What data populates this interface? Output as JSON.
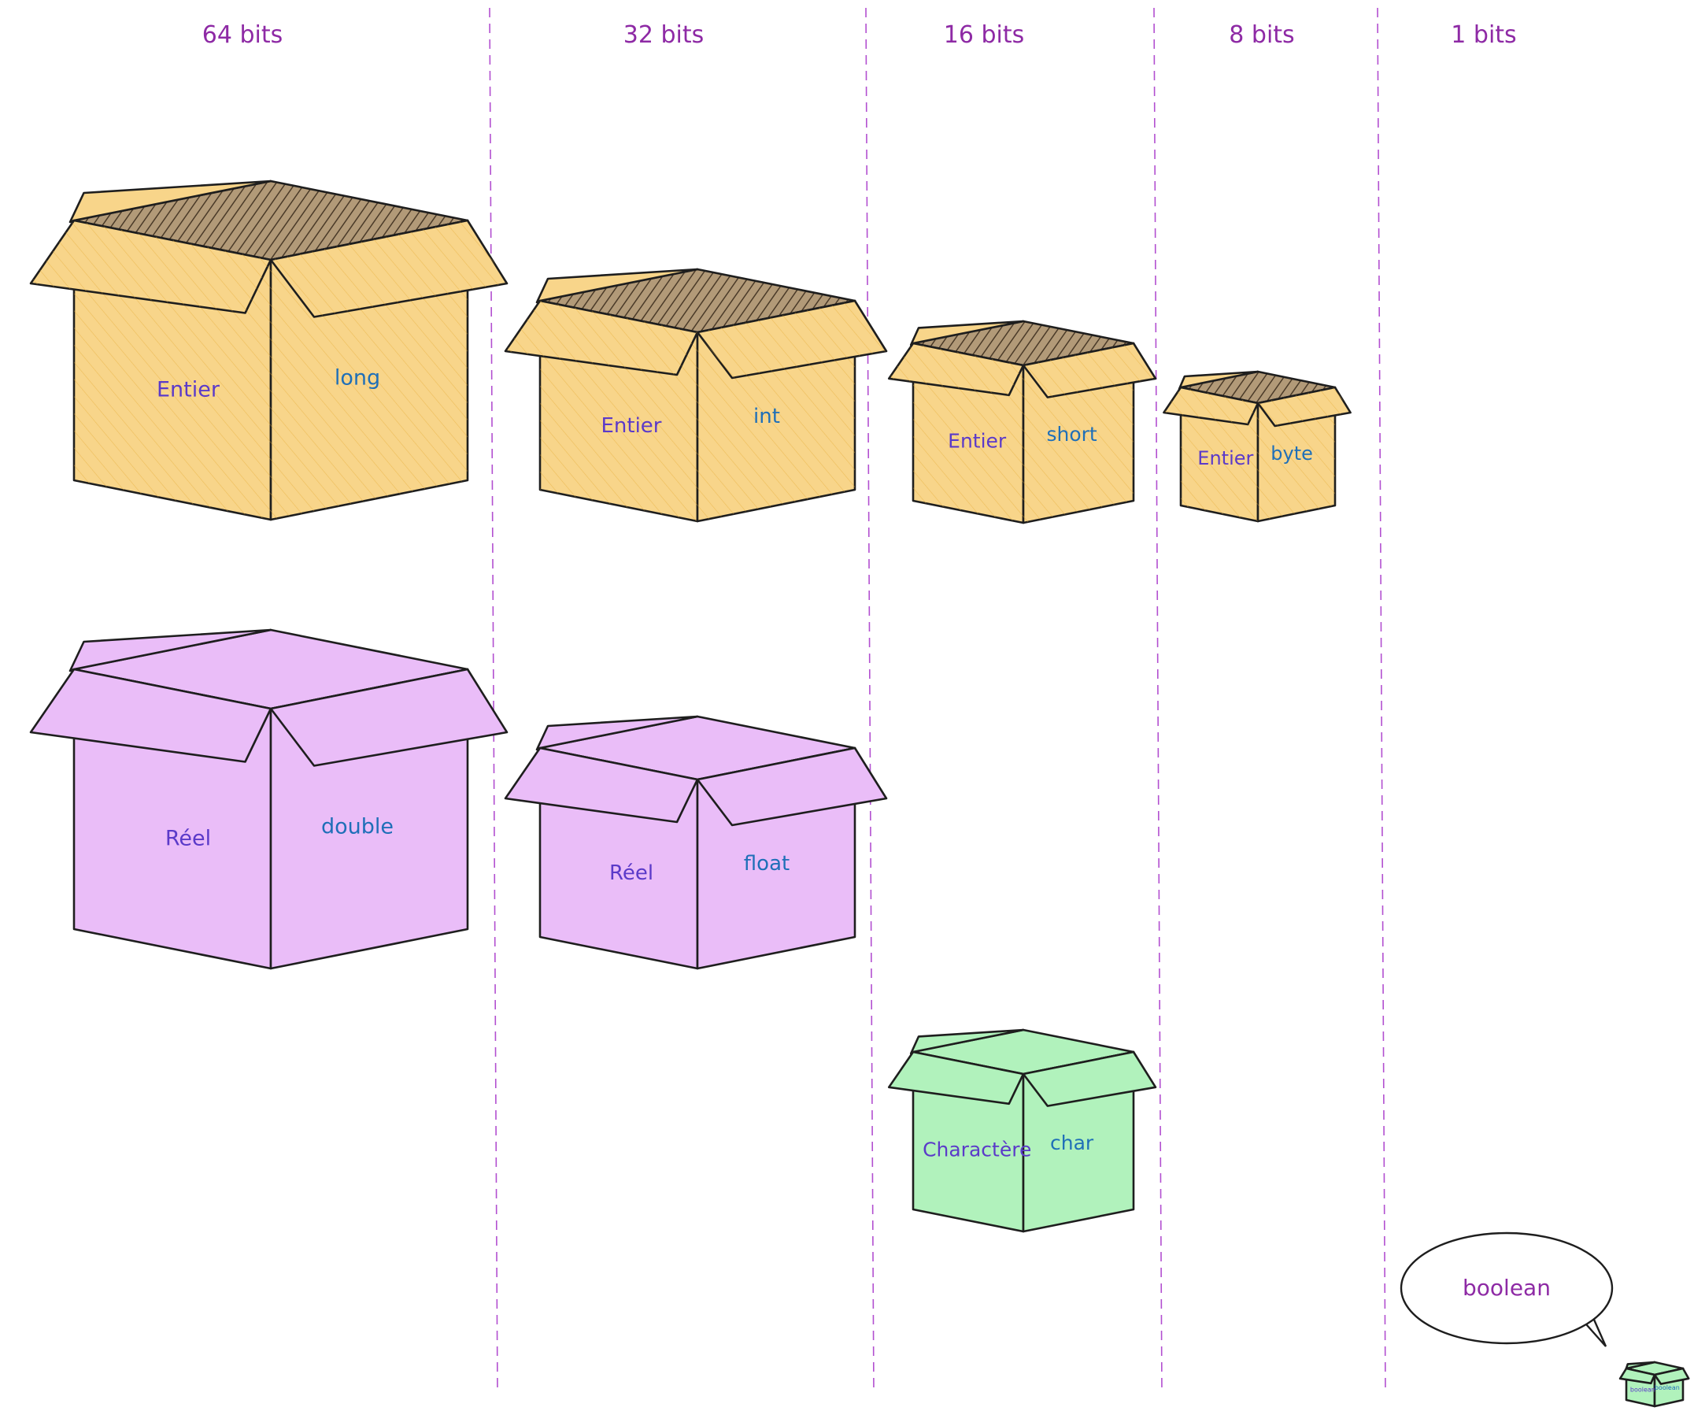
{
  "columns": [
    {
      "label": "64 bits"
    },
    {
      "label": "32 bits"
    },
    {
      "label": "16 bits"
    },
    {
      "label": "8 bits"
    },
    {
      "label": "1 bits"
    }
  ],
  "boxes": [
    {
      "kind": "Entier",
      "type": "long",
      "color": "#f8d58a",
      "inside": "#8a7458"
    },
    {
      "kind": "Entier",
      "type": "int",
      "color": "#f8d58a",
      "inside": "#8a7458"
    },
    {
      "kind": "Entier",
      "type": "short",
      "color": "#f8d58a",
      "inside": "#8a7458"
    },
    {
      "kind": "Entier",
      "type": "byte",
      "color": "#f8d58a",
      "inside": "#8a7458"
    },
    {
      "kind": "Réel",
      "type": "double",
      "color": "#eabdf8",
      "inside": "#eabdf8"
    },
    {
      "kind": "Réel",
      "type": "float",
      "color": "#eabdf8",
      "inside": "#eabdf8"
    },
    {
      "kind": "Charactère",
      "type": "char",
      "color": "#b1f2bc",
      "inside": "#b1f2bc"
    },
    {
      "kind": "boolean",
      "type": "boolean",
      "color": "#b1f2bc",
      "inside": "#b1f2bc"
    }
  ],
  "bubble": {
    "text": "boolean"
  }
}
